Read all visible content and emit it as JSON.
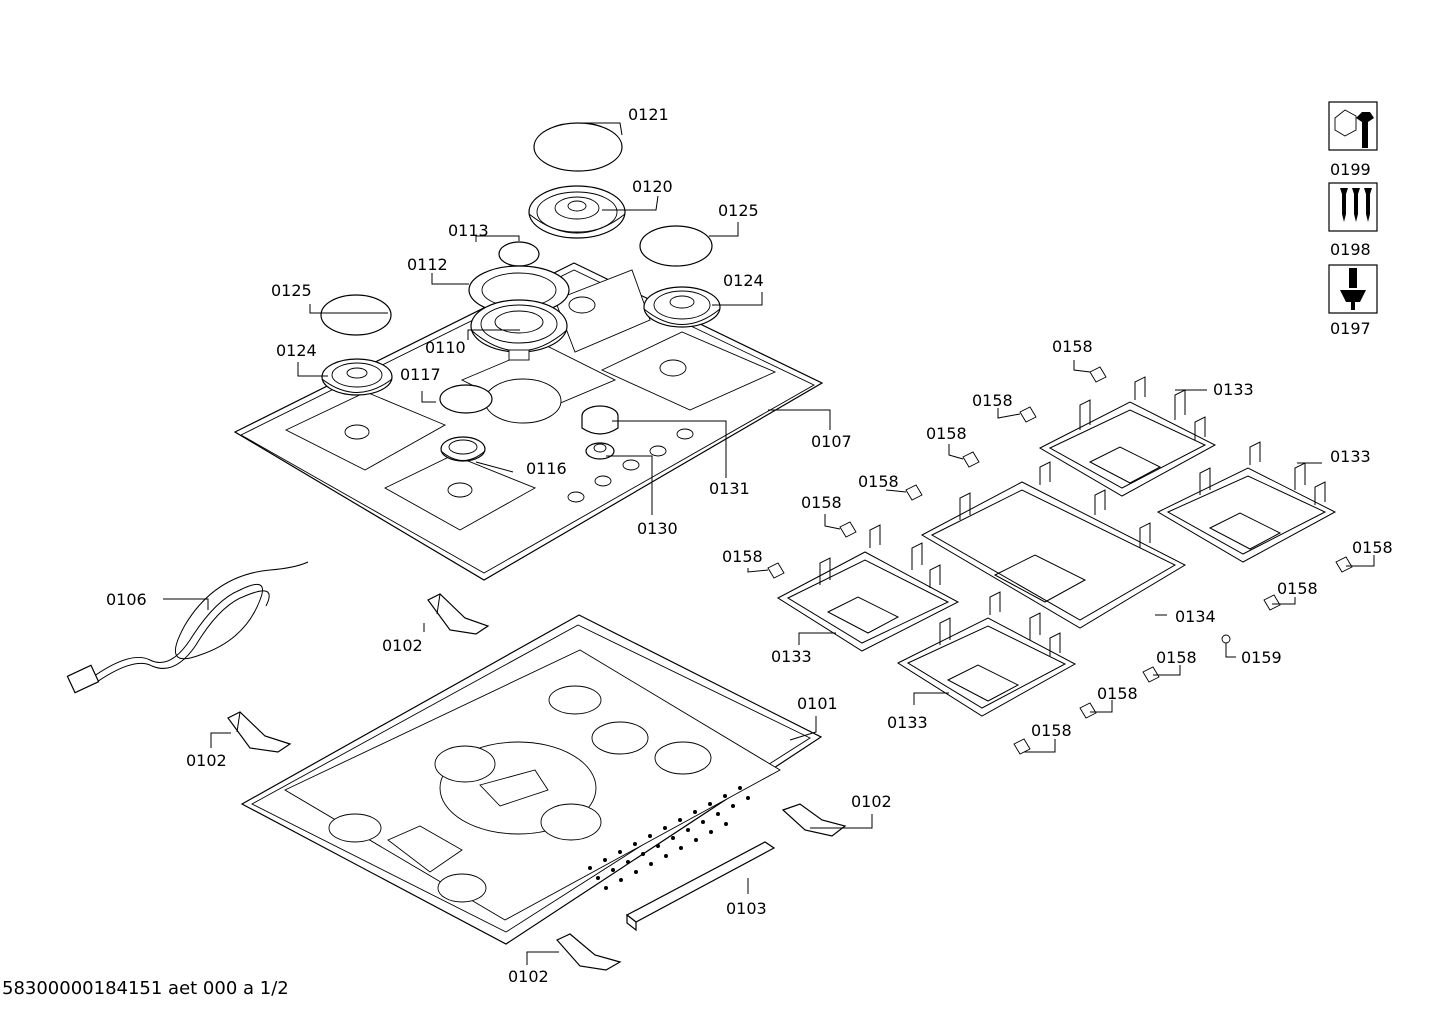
{
  "footer": {
    "document_code": "58300000184151 aet 000 a 1/2"
  },
  "icons": [
    {
      "number": "0199",
      "icon": "nut-and-wrench-icon"
    },
    {
      "number": "0198",
      "icon": "screws-icon"
    },
    {
      "number": "0197",
      "icon": "screwdriver-icon"
    }
  ],
  "callouts": {
    "burner_cap_large": "0121",
    "burner_large": "0120",
    "burner_cap_right": "0125",
    "burner_right": "0124",
    "cap_small_top": "0113",
    "ring_wok": "0112",
    "burner_cap_left": "0125",
    "burner_left": "0124",
    "wok_burner": "0110",
    "cap_center": "0117",
    "hob_top": "0107",
    "knob": "0131",
    "burner_small": "0116",
    "knob_spindle": "0130",
    "cable": "0106",
    "bracket_top": "0102",
    "bracket_left": "0102",
    "bracket_right": "0102",
    "bracket_bottom": "0102",
    "housing": "0101",
    "seal_strip": "0103",
    "grate_top_right_a": "0133",
    "grate_top_right_b": "0133",
    "grate_center": "0134",
    "grate_left": "0133",
    "grate_bottom": "0133",
    "foot_1": "0158",
    "foot_2": "0158",
    "foot_3": "0158",
    "foot_4": "0158",
    "foot_5": "0158",
    "foot_6": "0158",
    "foot_7": "0158",
    "foot_8": "0158",
    "foot_9": "0158",
    "foot_10": "0158",
    "foot_11": "0158",
    "screw_foot": "0159"
  }
}
